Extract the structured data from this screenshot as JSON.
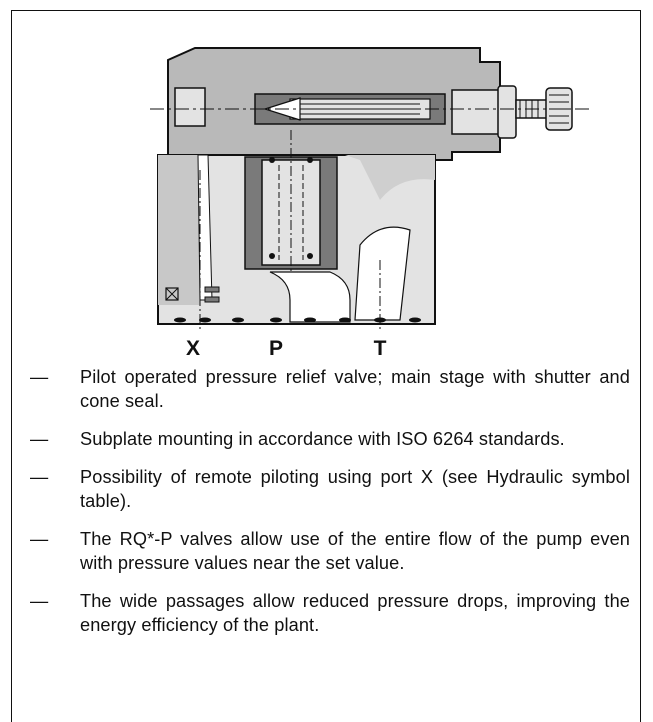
{
  "figure": {
    "ports": [
      "X",
      "P",
      "T"
    ]
  },
  "bullets": [
    {
      "dash": "—",
      "text": "Pilot operated pressure relief valve; main stage with shutter and cone seal."
    },
    {
      "dash": "—",
      "text": "Subplate mounting in accordance with ISO 6264 standards."
    },
    {
      "dash": "—",
      "text": "Possibility of remote piloting using port X (see Hydraulic symbol table)."
    },
    {
      "dash": "—",
      "text": "The RQ*-P valves allow  use of the entire flow of the pump even with pressure values near the set value."
    },
    {
      "dash": "—",
      "text": "The wide passages allow reduced pressure drops, improving the energy efficiency of the plant."
    }
  ],
  "colors": {
    "body_light": "#e3e3e3",
    "body_mid": "#b9b9b9",
    "body_dark": "#7a7a7a",
    "outline": "#111111"
  }
}
